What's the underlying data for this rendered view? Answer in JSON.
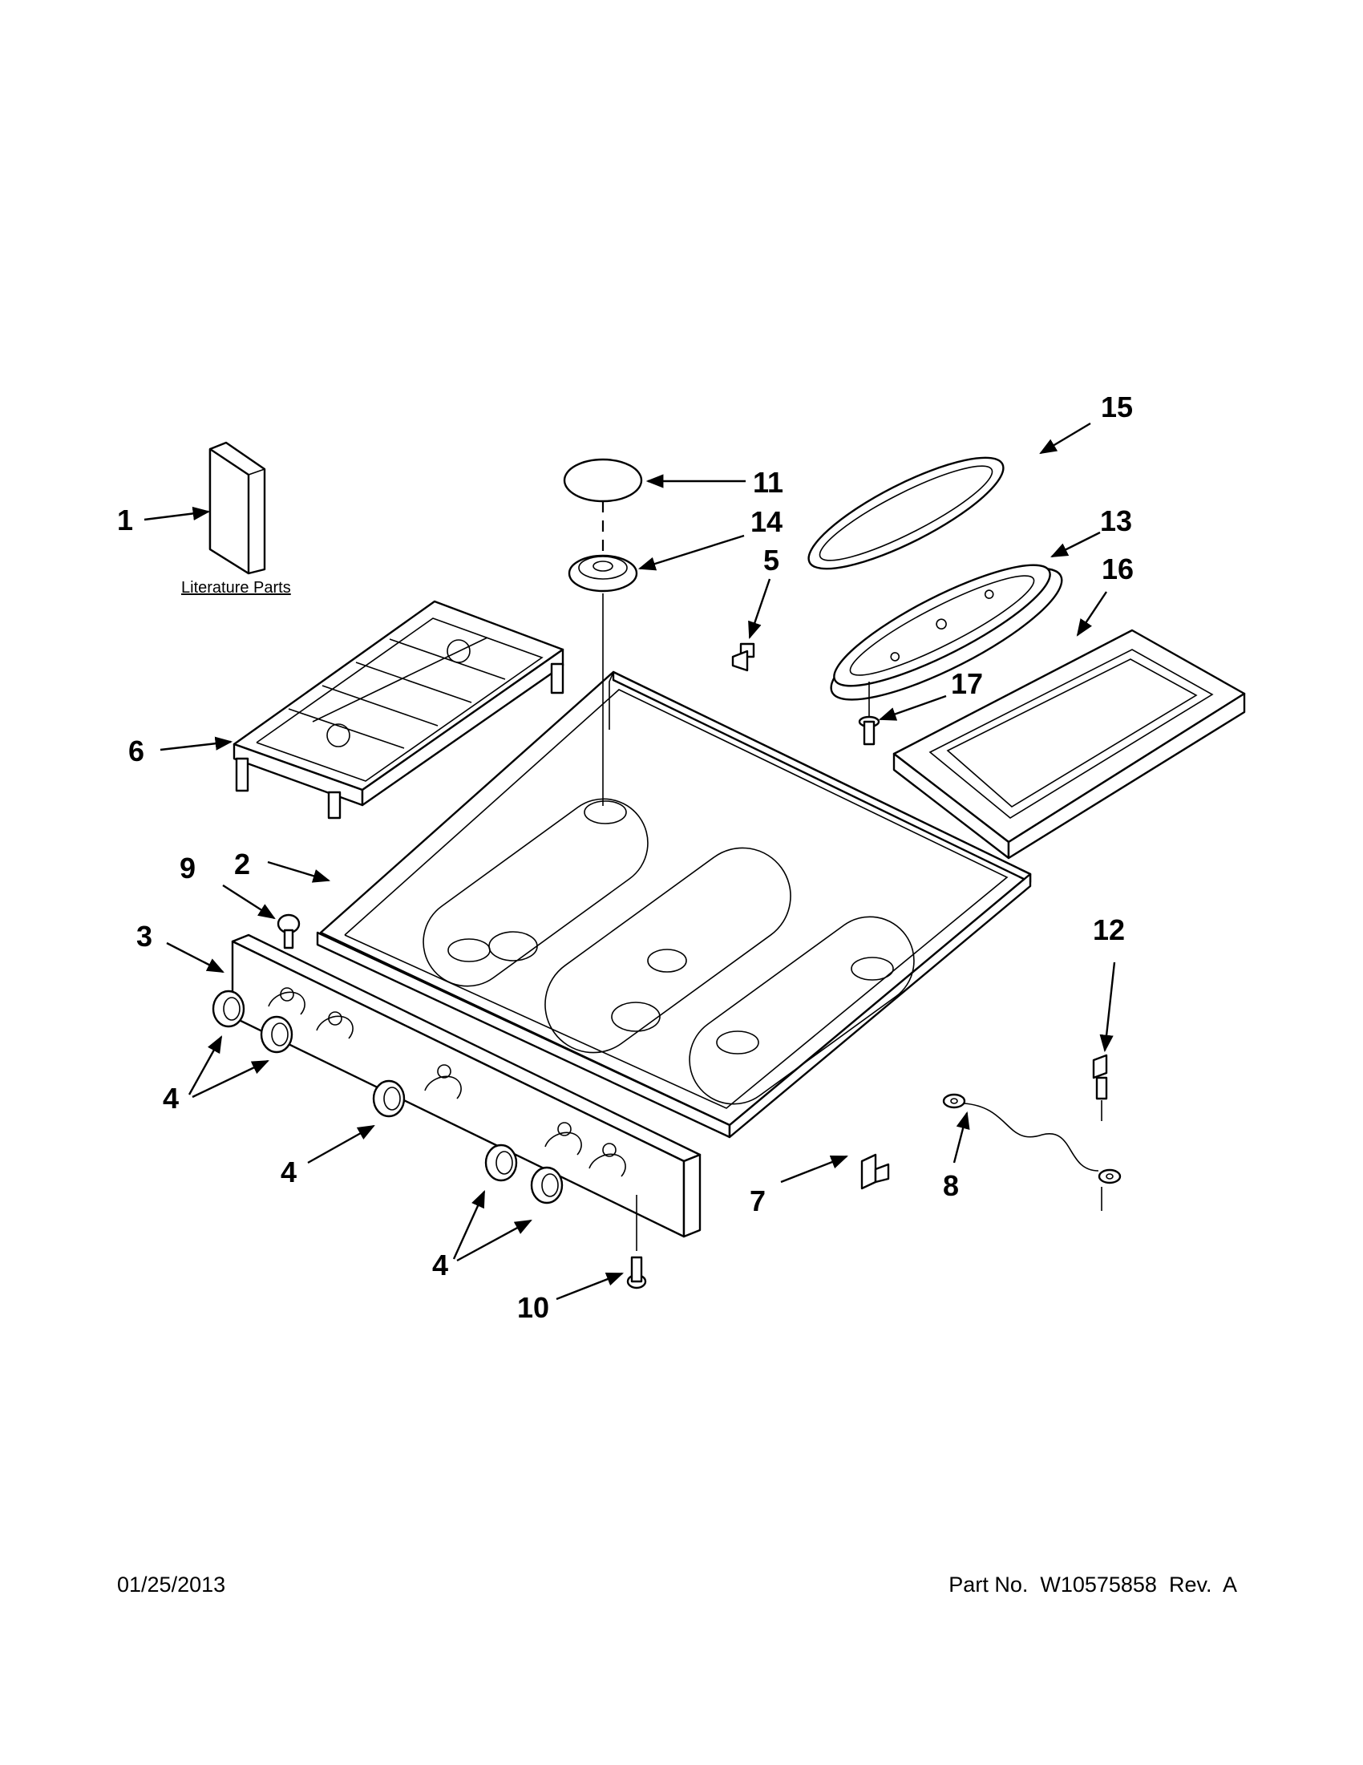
{
  "diagram": {
    "callouts": [
      {
        "id": "c1",
        "label": "1"
      },
      {
        "id": "c2",
        "label": "2"
      },
      {
        "id": "c3",
        "label": "3"
      },
      {
        "id": "c4a",
        "label": "4"
      },
      {
        "id": "c4b",
        "label": "4"
      },
      {
        "id": "c4c",
        "label": "4"
      },
      {
        "id": "c5",
        "label": "5"
      },
      {
        "id": "c6",
        "label": "6"
      },
      {
        "id": "c7",
        "label": "7"
      },
      {
        "id": "c8",
        "label": "8"
      },
      {
        "id": "c9",
        "label": "9"
      },
      {
        "id": "c10",
        "label": "10"
      },
      {
        "id": "c11",
        "label": "11"
      },
      {
        "id": "c12",
        "label": "12"
      },
      {
        "id": "c13",
        "label": "13"
      },
      {
        "id": "c14",
        "label": "14"
      },
      {
        "id": "c15",
        "label": "15"
      },
      {
        "id": "c16",
        "label": "16"
      },
      {
        "id": "c17",
        "label": "17"
      }
    ],
    "literature_label": "Literature Parts"
  },
  "footer": {
    "date": "01/25/2013",
    "part_number": "Part No.  W10575858  Rev.  A"
  }
}
